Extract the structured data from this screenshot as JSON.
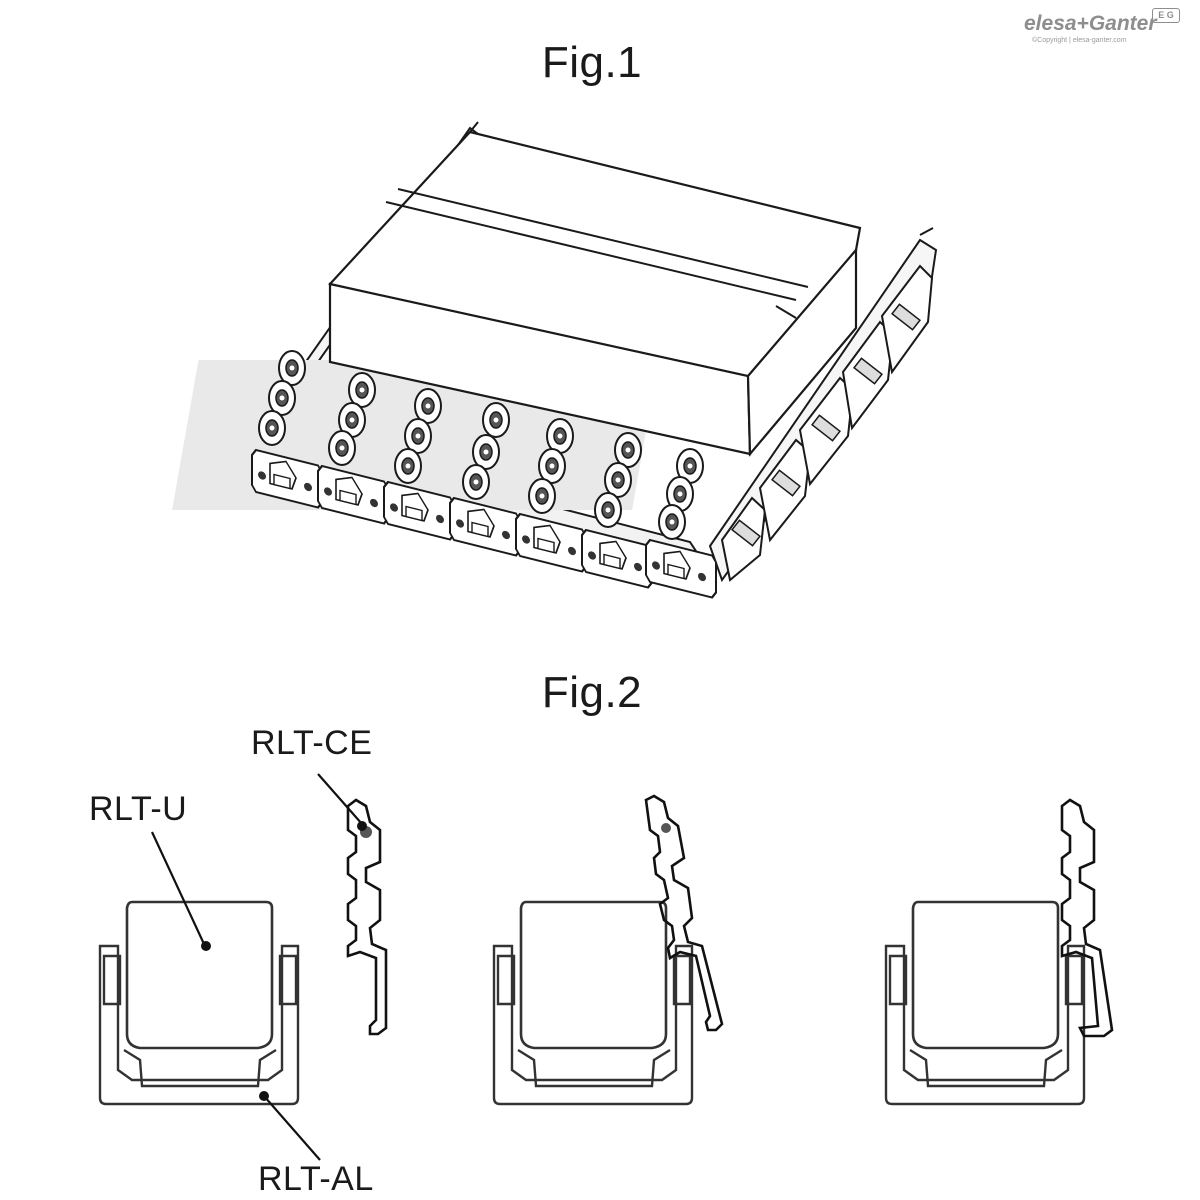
{
  "logo": {
    "brand": "elesa+Ganter",
    "mark": "E G",
    "copyright": "©Copyright | elesa-ganter.com"
  },
  "figures": [
    {
      "title": "Fig.1"
    },
    {
      "title": "Fig.2",
      "labels": {
        "end_cap": "RLT-CE",
        "roller": "RLT-U",
        "profile": "RLT-AL"
      }
    }
  ]
}
